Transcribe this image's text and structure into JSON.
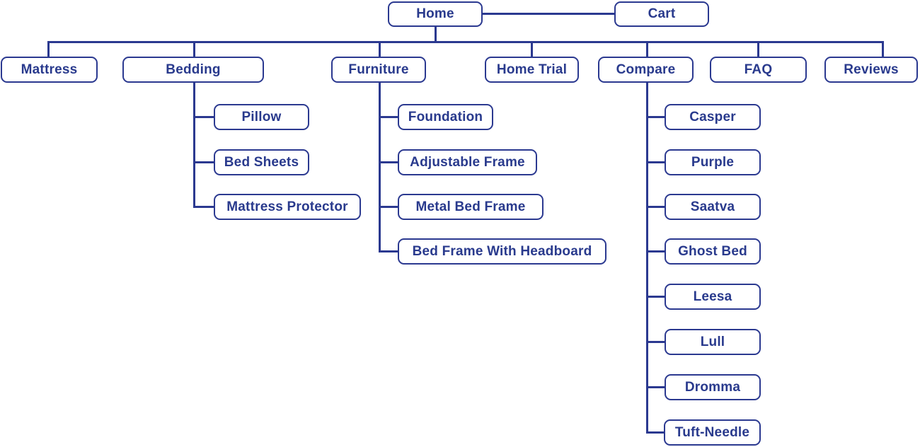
{
  "colors": {
    "accent": "#2b3990",
    "text": "#293a8d",
    "box_bg": "#ffffff",
    "page_bg": "#ffffff"
  },
  "nodes": {
    "home": "Home",
    "cart": "Cart",
    "main_sections": [
      "Mattress",
      "Bedding",
      "Furniture",
      "Home Trial",
      "Compare",
      "FAQ",
      "Reviews"
    ],
    "bedding_children": [
      "Pillow",
      "Bed Sheets",
      "Mattress Protector"
    ],
    "furniture_children": [
      "Foundation",
      "Adjustable Frame",
      "Metal Bed Frame",
      "Bed Frame With Headboard"
    ],
    "compare_children": [
      "Casper",
      "Purple",
      "Saatva",
      "Ghost Bed",
      "Leesa",
      "Lull",
      "Dromma",
      "Tuft-Needle"
    ]
  }
}
